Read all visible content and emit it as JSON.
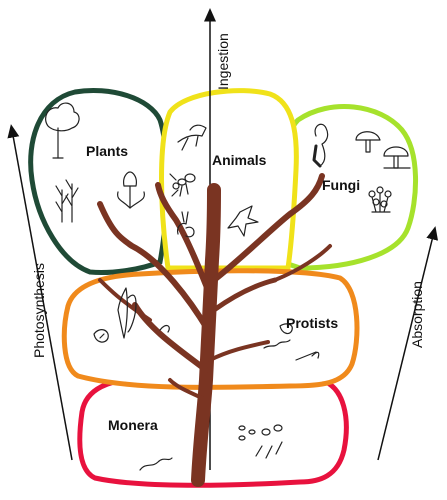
{
  "diagram": {
    "kingdoms": {
      "plants": {
        "label": "Plants",
        "color": "#1f4a36"
      },
      "animals": {
        "label": "Animals",
        "color": "#f0e21a"
      },
      "fungi": {
        "label": "Fungi",
        "color": "#a6e22c"
      },
      "protists": {
        "label": "Protists",
        "color": "#f08a1c"
      },
      "monera": {
        "label": "Monera",
        "color": "#e8123e"
      }
    },
    "arrows": {
      "ingestion": "Ingestion",
      "photosynthesis": "Photosynthesis",
      "absorption": "Absorption"
    },
    "tree_color": "#7a3422"
  }
}
